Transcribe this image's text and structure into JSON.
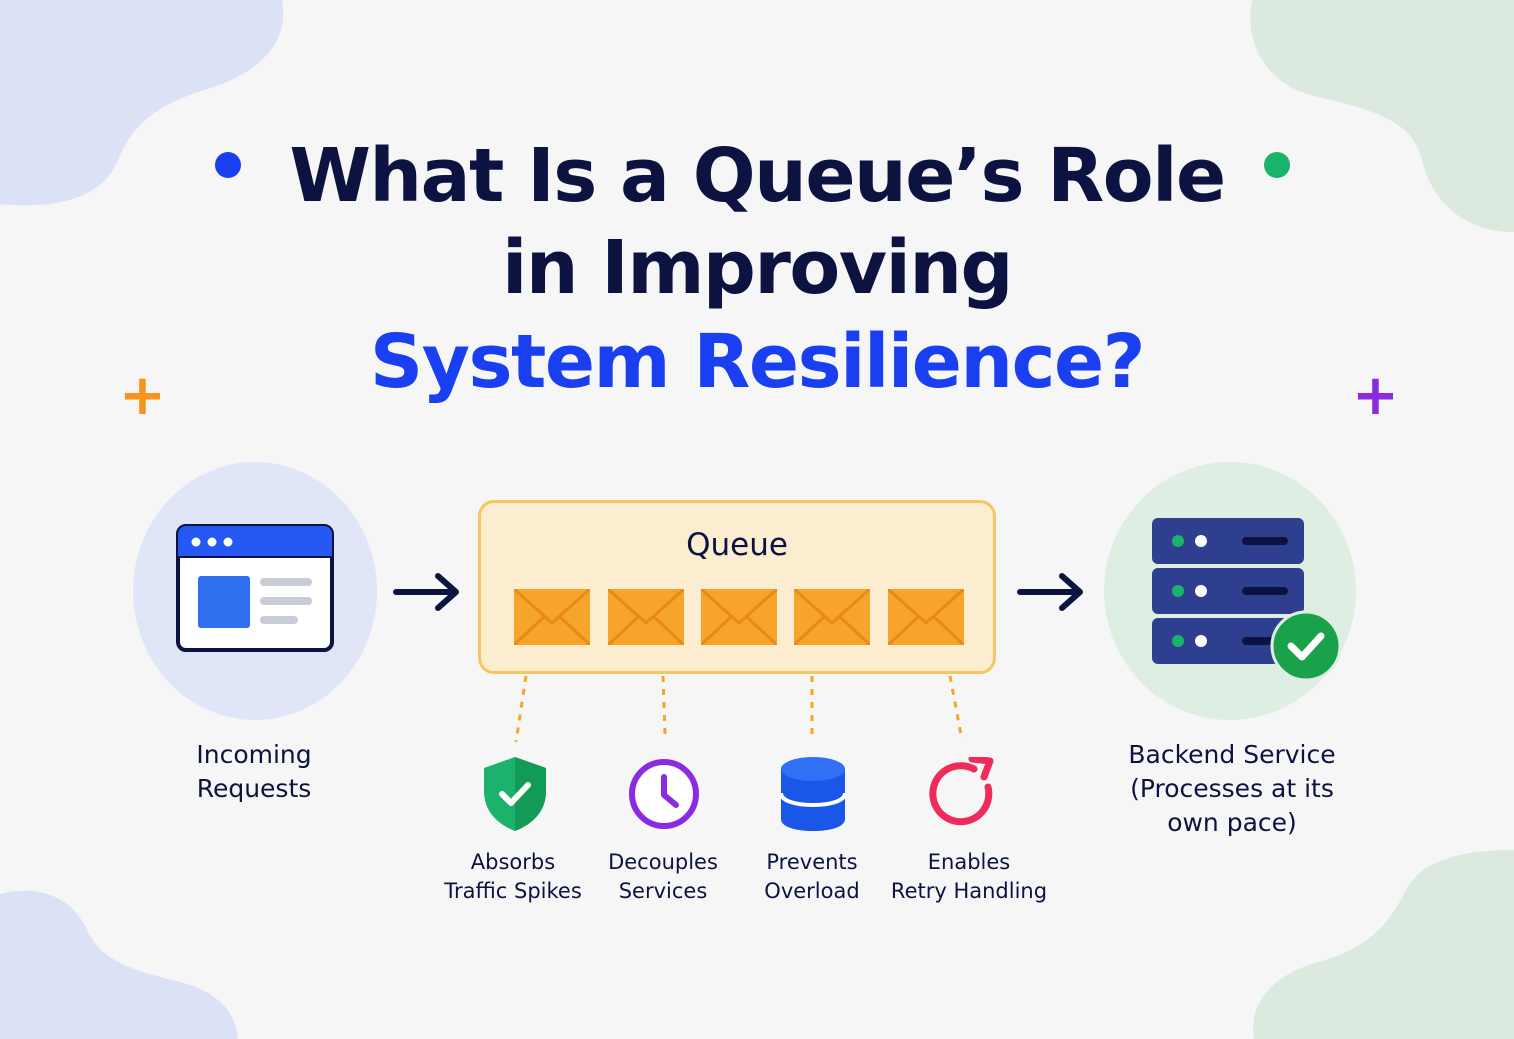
{
  "title": {
    "line1": "What Is a Queue’s Role",
    "line2": "in Improving",
    "line3": "System Resilience?"
  },
  "nodes": {
    "incoming": {
      "label_line1": "Incoming",
      "label_line2": "Requests",
      "icon": "browser-window-icon"
    },
    "queue": {
      "label": "Queue",
      "message_count": 5,
      "icon": "envelope-icon"
    },
    "backend": {
      "label_line1": "Backend Service",
      "label_line2": "(Processes at its",
      "label_line3": "own pace)",
      "icon": "server-check-icon"
    }
  },
  "features": [
    {
      "line1": "Absorbs",
      "line2": "Traffic Spikes",
      "icon": "shield-check-icon",
      "color": "#1bb36b"
    },
    {
      "line1": "Decouples",
      "line2": "Services",
      "icon": "clock-icon",
      "color": "#8a2be2"
    },
    {
      "line1": "Prevents",
      "line2": "Overload",
      "icon": "database-icon",
      "color": "#1a56e8"
    },
    {
      "line1": "Enables",
      "line2": "Retry Handling",
      "icon": "retry-icon",
      "color": "#ef2b5a"
    }
  ],
  "colors": {
    "accent": "#1a3ff0",
    "navy": "#0d1340",
    "queue_fill": "#fcedd0",
    "queue_border": "#f6c661",
    "envelope": "#f7a52a",
    "server": "#2f3f8f",
    "check": "#1aa24a"
  }
}
